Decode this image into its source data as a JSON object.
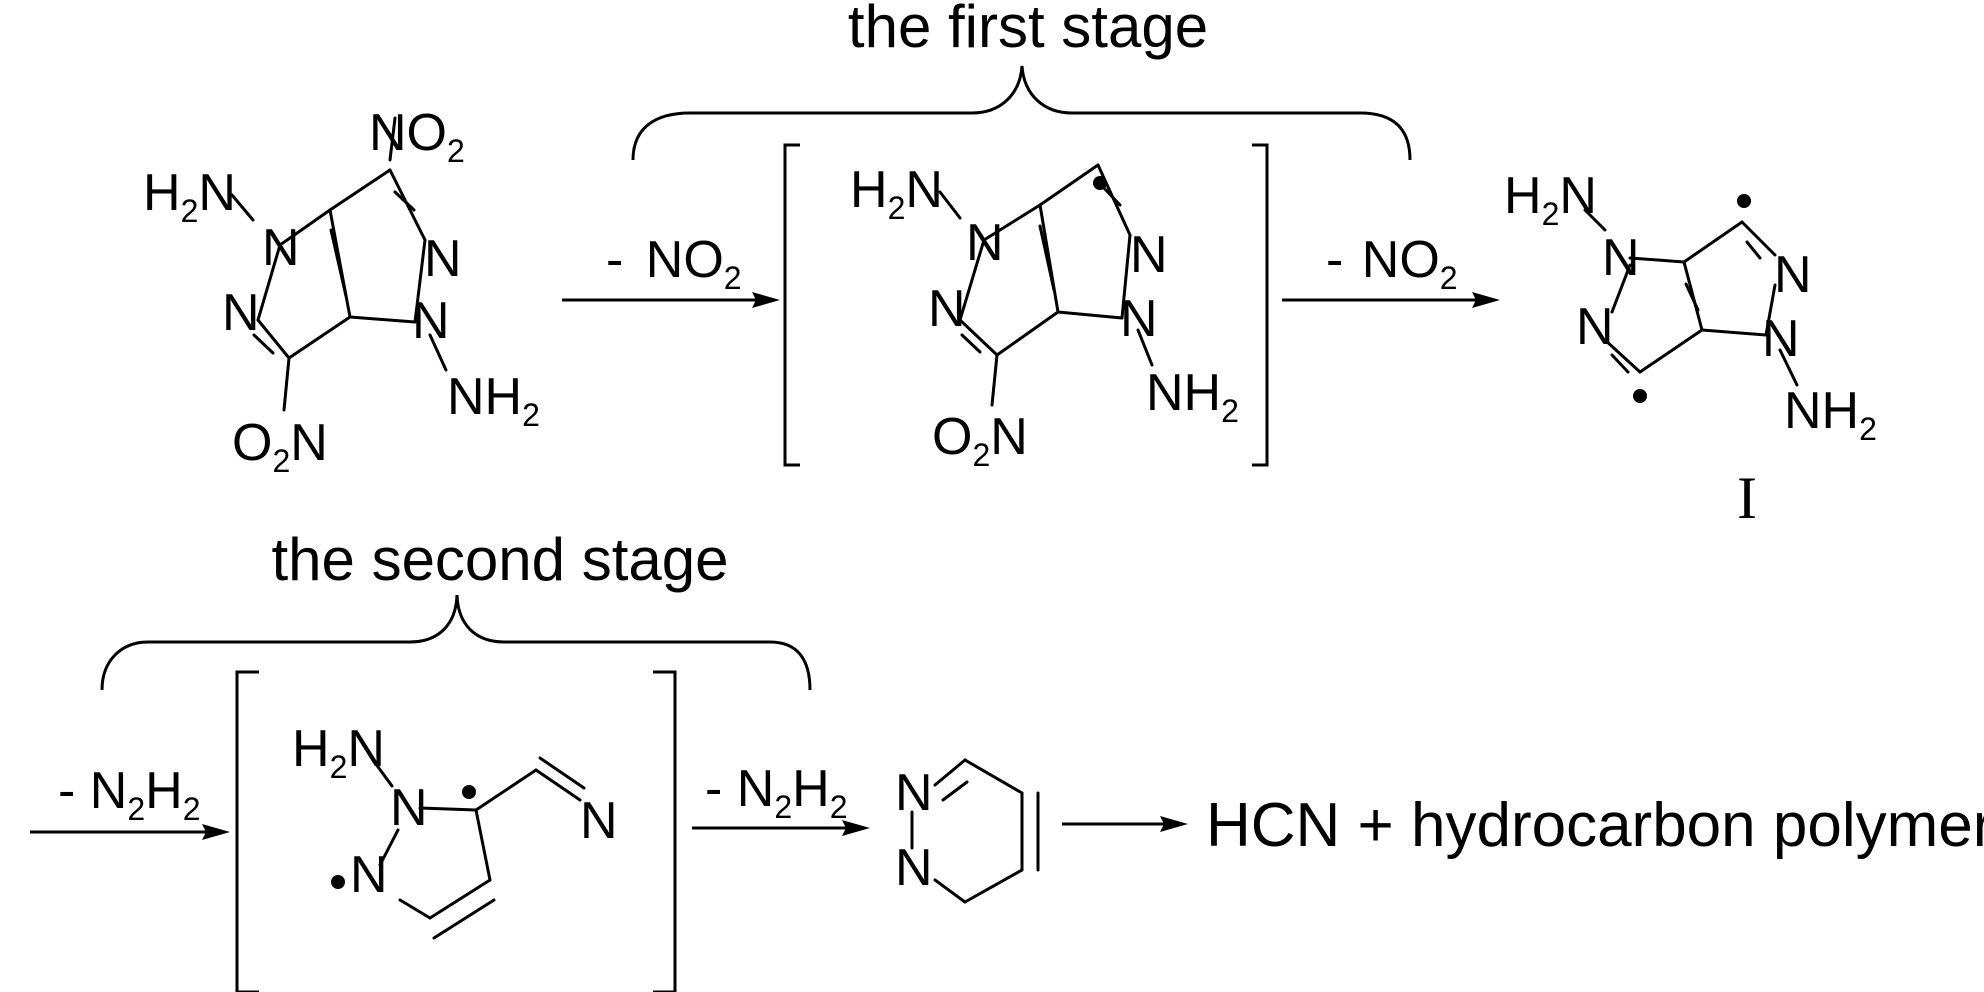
{
  "stages": {
    "first": "the first stage",
    "second": "the second stage"
  },
  "arrows": {
    "loss_no2_1": {
      "minus": "-",
      "main": "NO",
      "sub": "2"
    },
    "loss_no2_2": {
      "minus": "-",
      "main": " NO",
      "sub": "2"
    },
    "loss_n2h2_1": {
      "minus": "-",
      "n": " N",
      "n_sub": "2",
      "h": "H",
      "h_sub": "2"
    },
    "loss_n2h2_2": {
      "minus": "-",
      "n": " N",
      "n_sub": "2",
      "h": "H",
      "h_sub": "2"
    }
  },
  "labels": {
    "N": "N",
    "NH": "NH",
    "H": "H",
    "NO": "NO",
    "O": "O",
    "sub2": "2"
  },
  "intermediate_I": "I",
  "products": "HCN + hydrocarbon polymer"
}
